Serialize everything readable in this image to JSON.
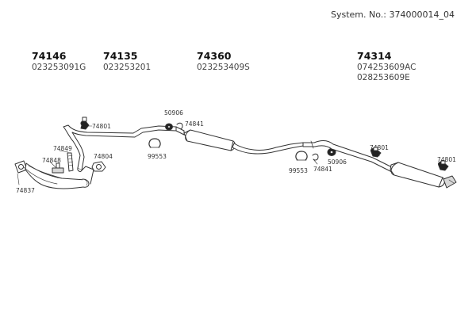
{
  "header": {
    "system_number": "System. No.: 374000014_04"
  },
  "parts": [
    {
      "number": "74146",
      "refs": [
        "023253091G"
      ]
    },
    {
      "number": "74135",
      "refs": [
        "023253201"
      ]
    },
    {
      "number": "74360",
      "refs": [
        "023253409S"
      ]
    },
    {
      "number": "74314",
      "refs": [
        "074253609AC",
        "028253609E"
      ]
    }
  ],
  "callouts": [
    "74801",
    "50906",
    "74841",
    "99553",
    "74849",
    "74848",
    "74804",
    "74837",
    "99553",
    "74841",
    "50906",
    "74801",
    "74801"
  ],
  "colors": {
    "outline": "#333333",
    "fill": "#ffffff",
    "component_fill": "#d8d8d8",
    "dark_part": "#222222"
  },
  "icons": {
    "catalytic_converter": "catalytic-converter-icon",
    "front_muffler": "front-muffler-icon",
    "rear_muffler": "rear-muffler-icon",
    "clamp": "clamp-icon",
    "gasket": "gasket-icon",
    "hanger": "rubber-hanger-icon"
  }
}
